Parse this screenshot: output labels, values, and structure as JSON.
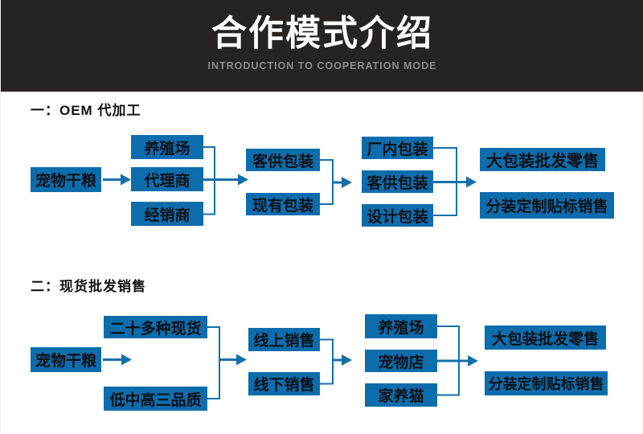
{
  "header": {
    "title": "合作模式介绍",
    "subtitle": "INTRODUCTION TO COOPERATION MODE"
  },
  "colors": {
    "header_bg": "#272321",
    "title_white": "#ffffff",
    "subtitle_gray": "#8c8c8c",
    "box_blue": "#0d6dac",
    "line_blue": "#1470ab",
    "box_text": "#0d1117",
    "heading_text": "#141414",
    "body_bg": "#ffffff"
  },
  "sections": [
    {
      "heading": "一：OEM 代加工",
      "columns": [
        [
          "宠物干粮"
        ],
        [
          "养殖场",
          "代理商",
          "经销商"
        ],
        [
          "客供包装",
          "现有包装"
        ],
        [
          "厂内包装",
          "客供包装",
          "设计包装"
        ],
        [
          "大包装批发零售",
          "分装定制贴标销售"
        ]
      ]
    },
    {
      "heading": "二：现货批发销售",
      "columns": [
        [
          "宠物干粮"
        ],
        [
          "二十多种现货",
          "低中高三品质"
        ],
        [
          "线上销售",
          "线下销售"
        ],
        [
          "养殖场",
          "宠物店",
          "家养猫"
        ],
        [
          "大包装批发零售",
          "分装定制贴标销售"
        ]
      ]
    }
  ]
}
